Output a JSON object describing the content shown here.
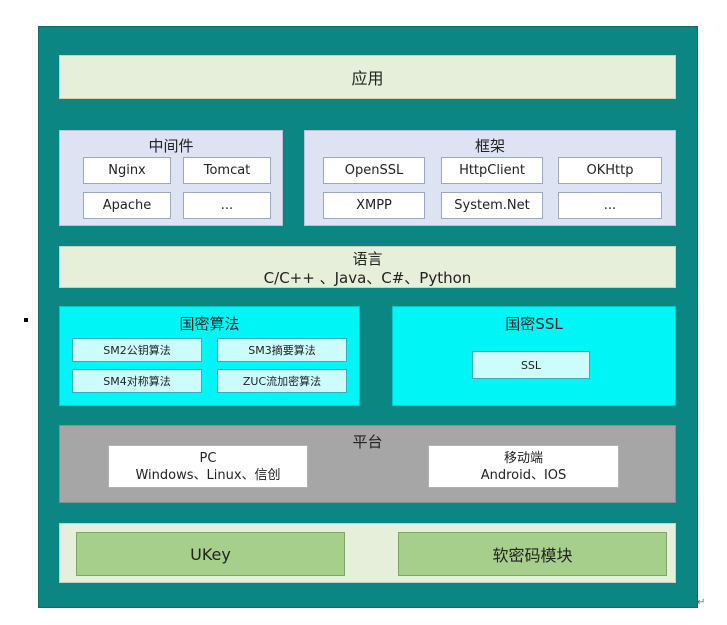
{
  "application": {
    "label": "应用"
  },
  "middleware": {
    "title": "中间件",
    "items": [
      "Nginx",
      "Tomcat",
      "Apache",
      "..."
    ]
  },
  "framework": {
    "title": "框架",
    "items": [
      "OpenSSL",
      "HttpClient",
      "OKHttp",
      "XMPP",
      "System.Net",
      "..."
    ]
  },
  "language": {
    "title": "语言",
    "items": "C/C++ 、Java、C#、Python"
  },
  "gm_algorithms": {
    "title": "国密算法",
    "items": [
      "SM2公钥算法",
      "SM3摘要算法",
      "SM4对称算法",
      "ZUC流加密算法"
    ]
  },
  "gm_ssl": {
    "title": "国密SSL",
    "item": "SSL"
  },
  "platform": {
    "title": "平台",
    "pc": {
      "title": "PC",
      "detail": "Windows、Linux、信创"
    },
    "mobile": {
      "title": "移动端",
      "detail": "Android、IOS"
    }
  },
  "hardware": {
    "items": [
      "UKey",
      "软密码模块"
    ]
  },
  "colors": {
    "frame": "#0b8682",
    "light_green": "#e6efd9",
    "light_blue": "#dde3f3",
    "cyan": "#00f5f7",
    "gray": "#a6a6a6",
    "green_box": "#a6cf8b"
  }
}
